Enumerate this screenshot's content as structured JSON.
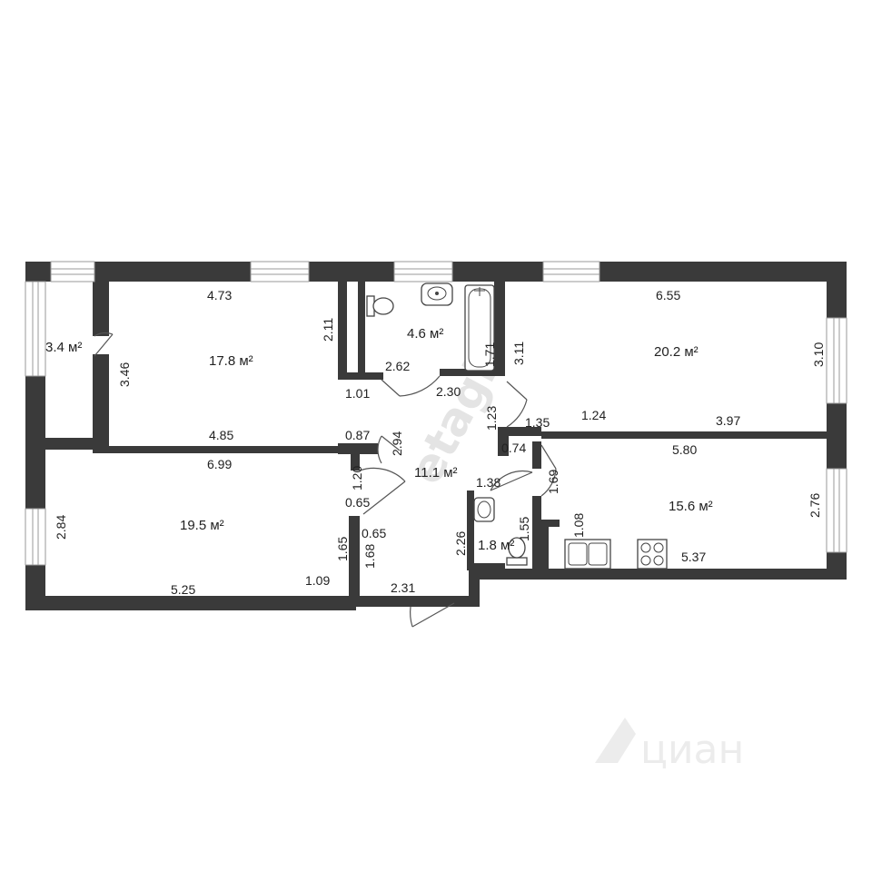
{
  "watermarks": {
    "etagi": "etagi",
    "cian": "циан"
  },
  "rooms": [
    {
      "key": "balcony",
      "area": "3.4 м²"
    },
    {
      "key": "bedroom_top_left",
      "area": "17.8 м²"
    },
    {
      "key": "bathroom",
      "area": "4.6 м²"
    },
    {
      "key": "living_room",
      "area": "20.2 м²"
    },
    {
      "key": "bedroom_bottom_left",
      "area": "19.5 м²"
    },
    {
      "key": "hallway",
      "area": "11.1 м²"
    },
    {
      "key": "toilet",
      "area": "1.8 м²"
    },
    {
      "key": "kitchen",
      "area": "15.6 м²"
    }
  ],
  "dimensions": [
    "4.73",
    "2.11",
    "3.46",
    "2.62",
    "1.71",
    "3.11",
    "6.55",
    "3.10",
    "1.01",
    "2.30",
    "1.23",
    "1.35",
    "1.24",
    "3.97",
    "4.85",
    "0.87",
    "2.94",
    "0.74",
    "5.80",
    "6.99",
    "1.20",
    "1.38",
    "1.69",
    "2.84",
    "0.65",
    "0.65",
    "1.55",
    "1.08",
    "2.76",
    "1.65",
    "2.26",
    "1.68",
    "5.37",
    "1.09",
    "5.25",
    "2.31"
  ],
  "icons": [
    "toilet-icon",
    "sink-icon",
    "bathtub-icon",
    "toilet-icon",
    "sink-icon",
    "kitchen-sink-icon",
    "stove-icon",
    "door-swing-icon",
    "window-icon",
    "cian-logo-icon"
  ]
}
